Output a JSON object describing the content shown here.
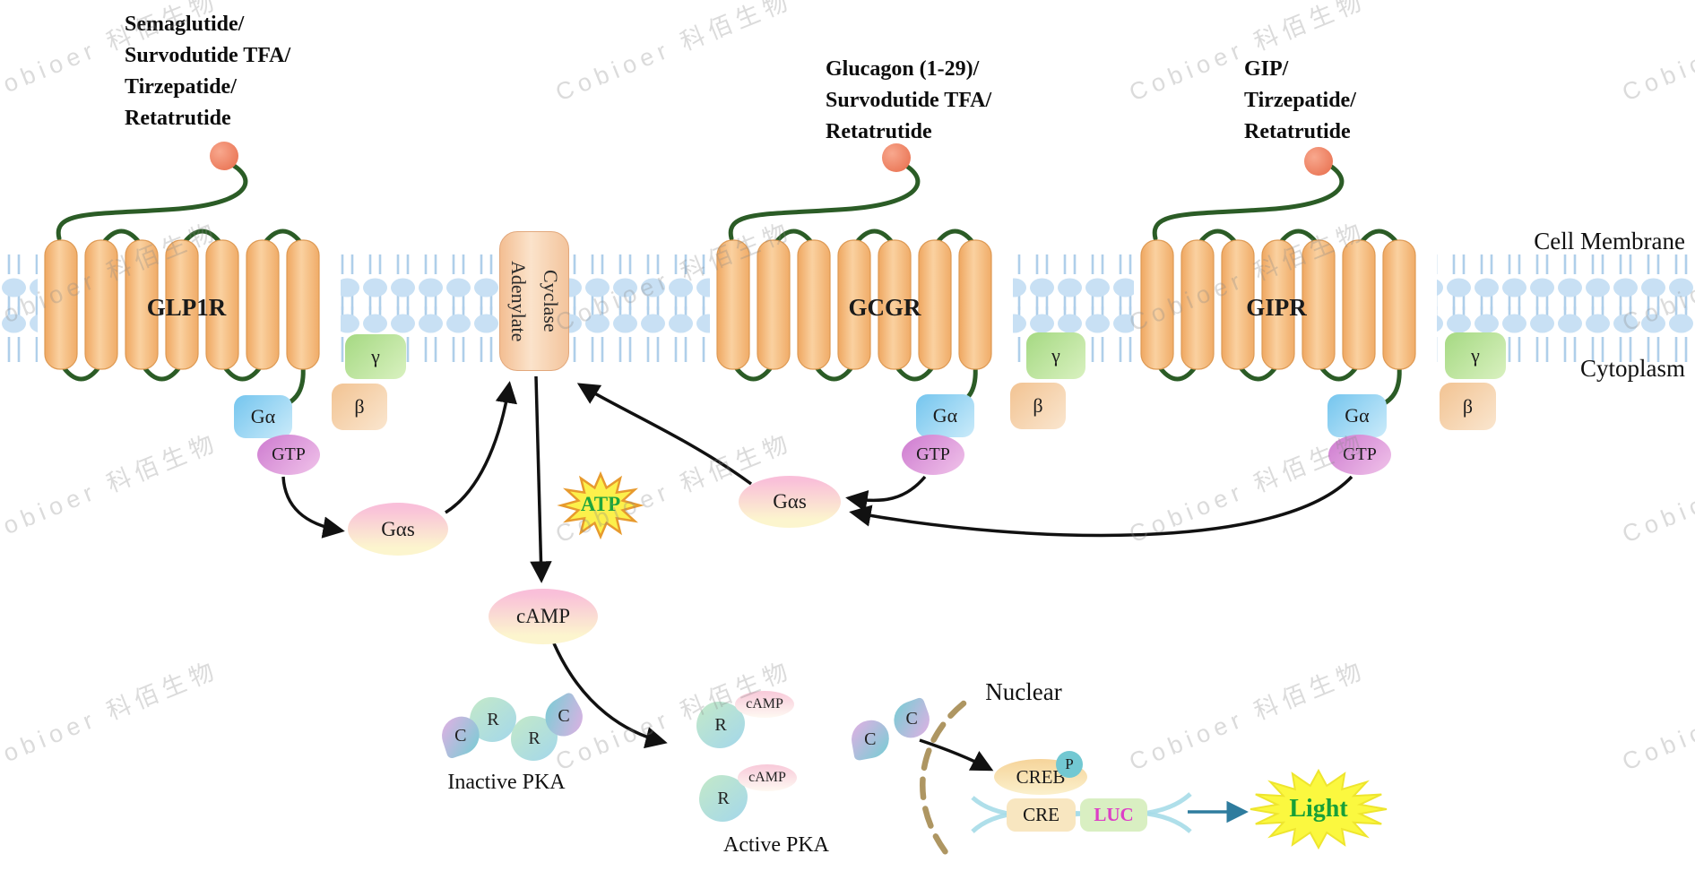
{
  "watermark": {
    "text": "Cobioer 科佰生物"
  },
  "labels": {
    "cell_membrane": "Cell Membrane",
    "cytoplasm": "Cytoplasm",
    "nuclear": "Nuclear",
    "inactive_pka": "Inactive PKA",
    "active_pka": "Active PKA"
  },
  "receptors": [
    {
      "name": "GLP1R",
      "ligand_lines": [
        "Semaglutide/",
        "Survodutide TFA/",
        "Tirzepatide/",
        "Retatrutide"
      ]
    },
    {
      "name": "GCGR",
      "ligand_lines": [
        "Glucagon (1-29)/",
        "Survodutide TFA/",
        "Retatrutide"
      ]
    },
    {
      "name": "GIPR",
      "ligand_lines": [
        "GIP/",
        "Tirzepatide/",
        "Retatrutide"
      ]
    }
  ],
  "g_protein": {
    "g_alpha": "Gα",
    "gtp": "GTP",
    "gamma": "γ",
    "beta": "β",
    "g_alpha_s": "Gαs"
  },
  "enzyme": {
    "name_line1": "Adenylate",
    "name_line2": "Cyclase"
  },
  "molecules": {
    "atp": "ATP",
    "camp": "cAMP"
  },
  "pka": {
    "r": "R",
    "c": "C",
    "camp": "cAMP"
  },
  "reporter": {
    "creb": "CREB",
    "p": "P",
    "cre": "CRE",
    "luc": "LUC",
    "light": "Light"
  },
  "colors": {
    "helix_orange": "#F5BE82",
    "loop_green": "#2B5C26",
    "ligand_red": "#ED7D5F",
    "membrane_head_blue": "#C8E0F4",
    "membrane_tail_blue": "#AFCFEA",
    "g_alpha_blue": "#8CCBEE",
    "gtp_purple": "#D9A0DC",
    "gamma_green": "#AEDC92",
    "beta_peach": "#F5D0A8",
    "gas_pink": "#F8C2DB",
    "gas_yellow": "#FCF5CE",
    "atp_star_yellow": "#FCF04B",
    "atp_star_border": "#E79A2E",
    "atp_text_green": "#1FA53C",
    "luc_magenta": "#DD3FC6",
    "light_text_green": "#18A038",
    "nuclear_tan": "#AE9662",
    "arrow_black": "#111111",
    "arrow_blue": "#2E7C9E"
  }
}
